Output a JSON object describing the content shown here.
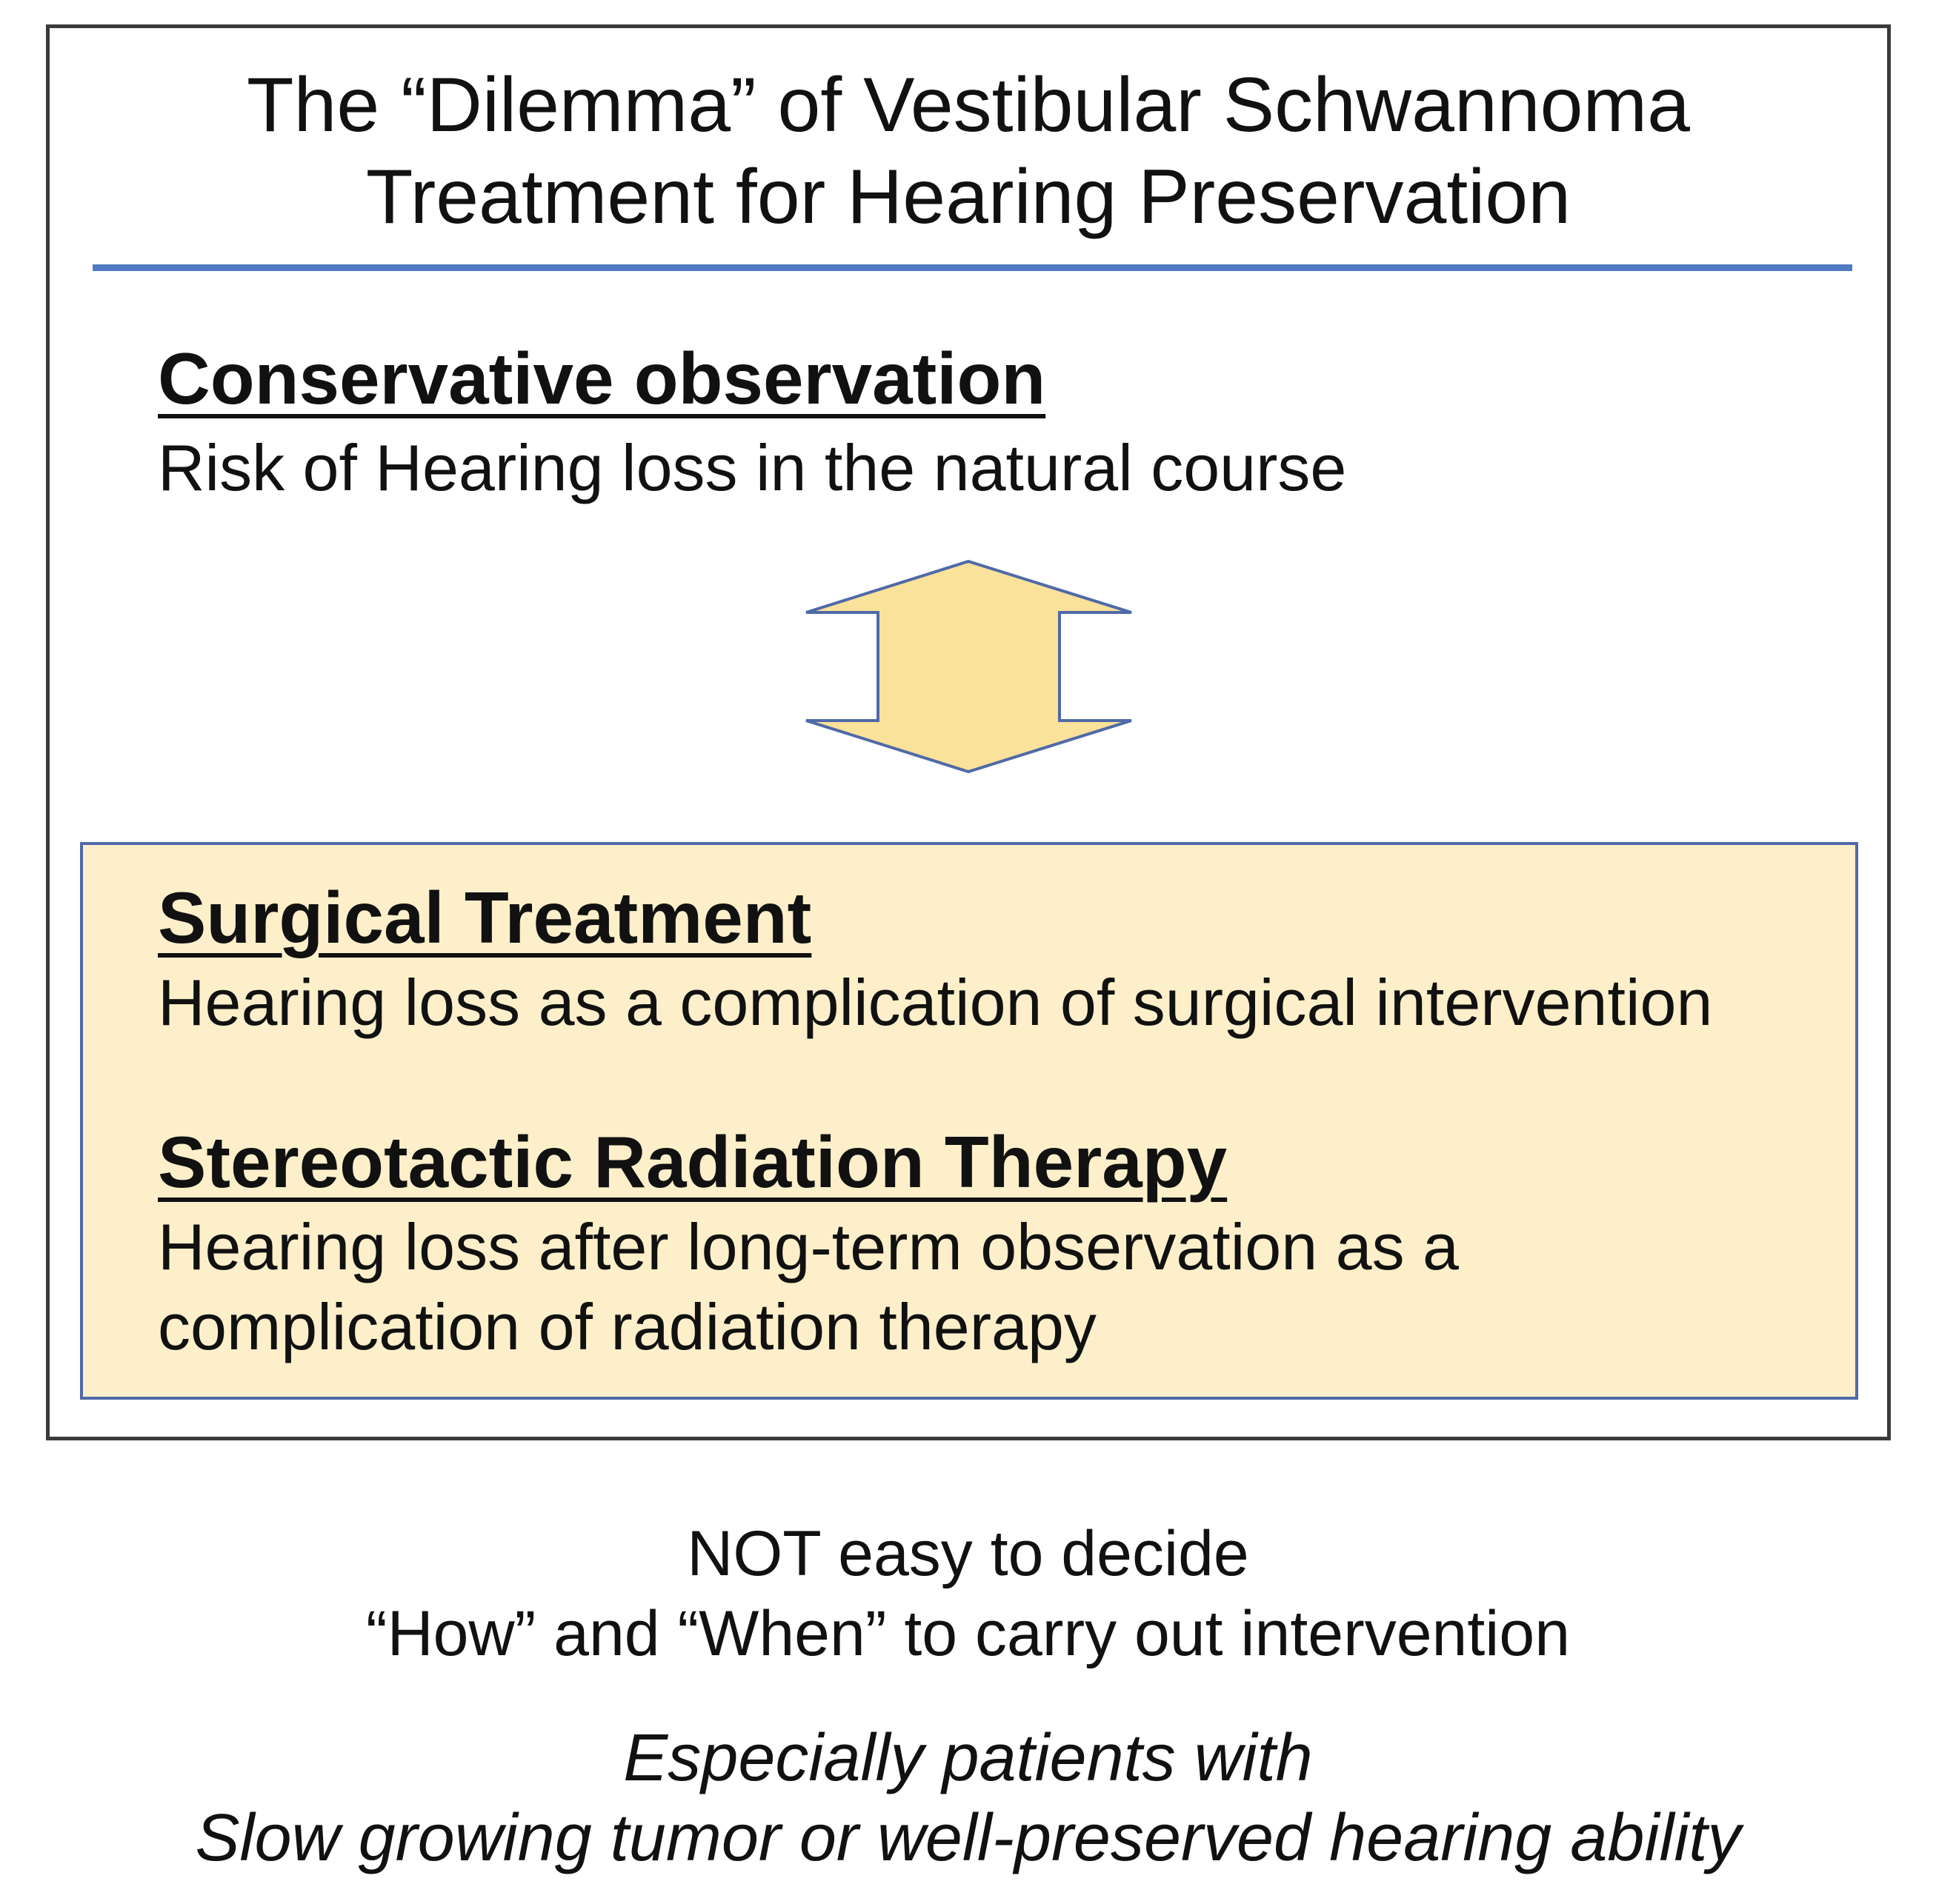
{
  "title": {
    "line1": "The “Dilemma” of Vestibular Schwannoma",
    "line2": "Treatment for Hearing Preservation"
  },
  "observation": {
    "heading": "Conservative observation",
    "description": "Risk of Hearing loss in the natural course"
  },
  "arrow": {
    "icon": "double-headed-vertical-arrow-icon",
    "fill_color": "#fbe29b",
    "stroke_color": "#4f6aa8"
  },
  "treatments": {
    "box_color": "#fdefca",
    "surgical": {
      "heading": "Surgical Treatment",
      "description": "Hearing loss as a complication of surgical intervention"
    },
    "radiation": {
      "heading": "Stereotactic Radiation Therapy",
      "description_line1": "Hearing loss after long-term observation as a",
      "description_line2": "complication of radiation therapy"
    }
  },
  "conclusion": {
    "line1": "NOT easy to decide",
    "line2": "“How” and “When” to  carry out  intervention"
  },
  "note": {
    "line1": "Especially patients with",
    "line2": "Slow growing tumor or well-preserved hearing ability"
  },
  "colors": {
    "rule": "#4f7ac1",
    "outer_border": "#3a3a3a"
  }
}
